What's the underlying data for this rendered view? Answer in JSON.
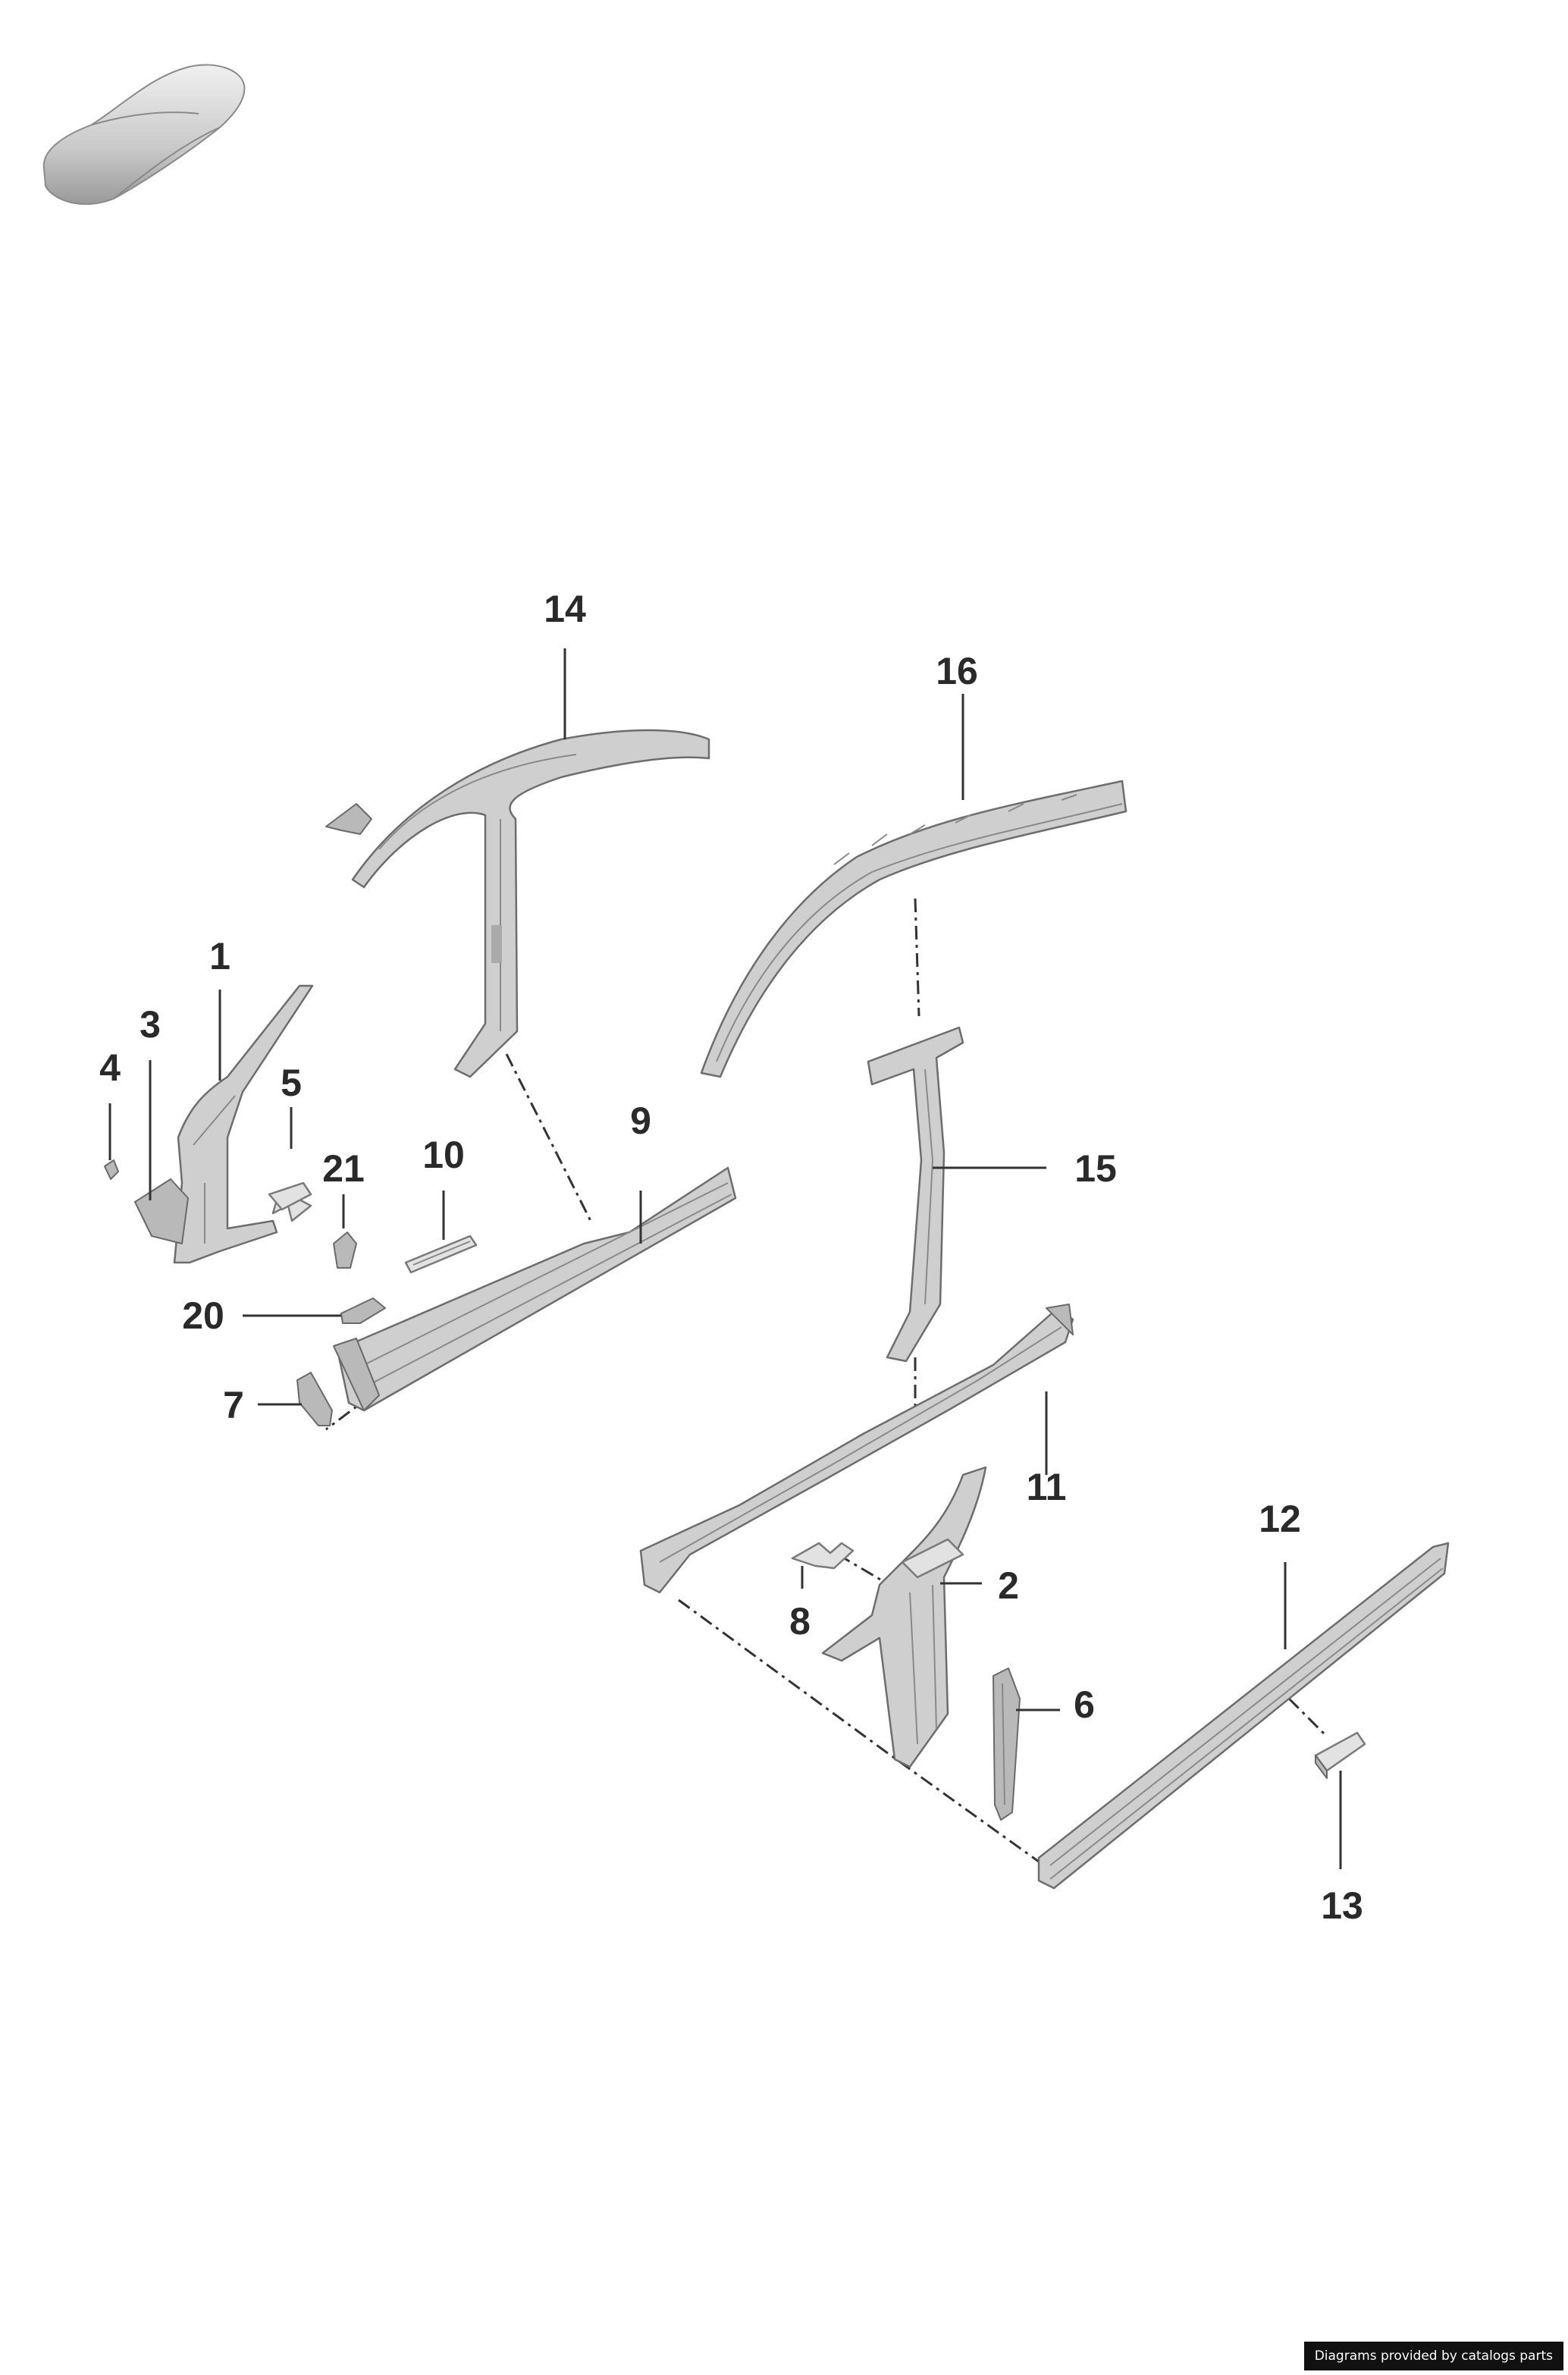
{
  "diagram": {
    "callouts": {
      "c1": "1",
      "c2": "2",
      "c3": "3",
      "c4": "4",
      "c5": "5",
      "c6": "6",
      "c7": "7",
      "c8": "8",
      "c9": "9",
      "c10": "10",
      "c11": "11",
      "c12": "12",
      "c13": "13",
      "c14": "14",
      "c15": "15",
      "c16": "16",
      "c20": "20",
      "c21": "21"
    },
    "icons": {
      "vehicle": "car-silhouette-icon"
    }
  },
  "footer": {
    "credit": "Diagrams provided by catalogs parts"
  }
}
